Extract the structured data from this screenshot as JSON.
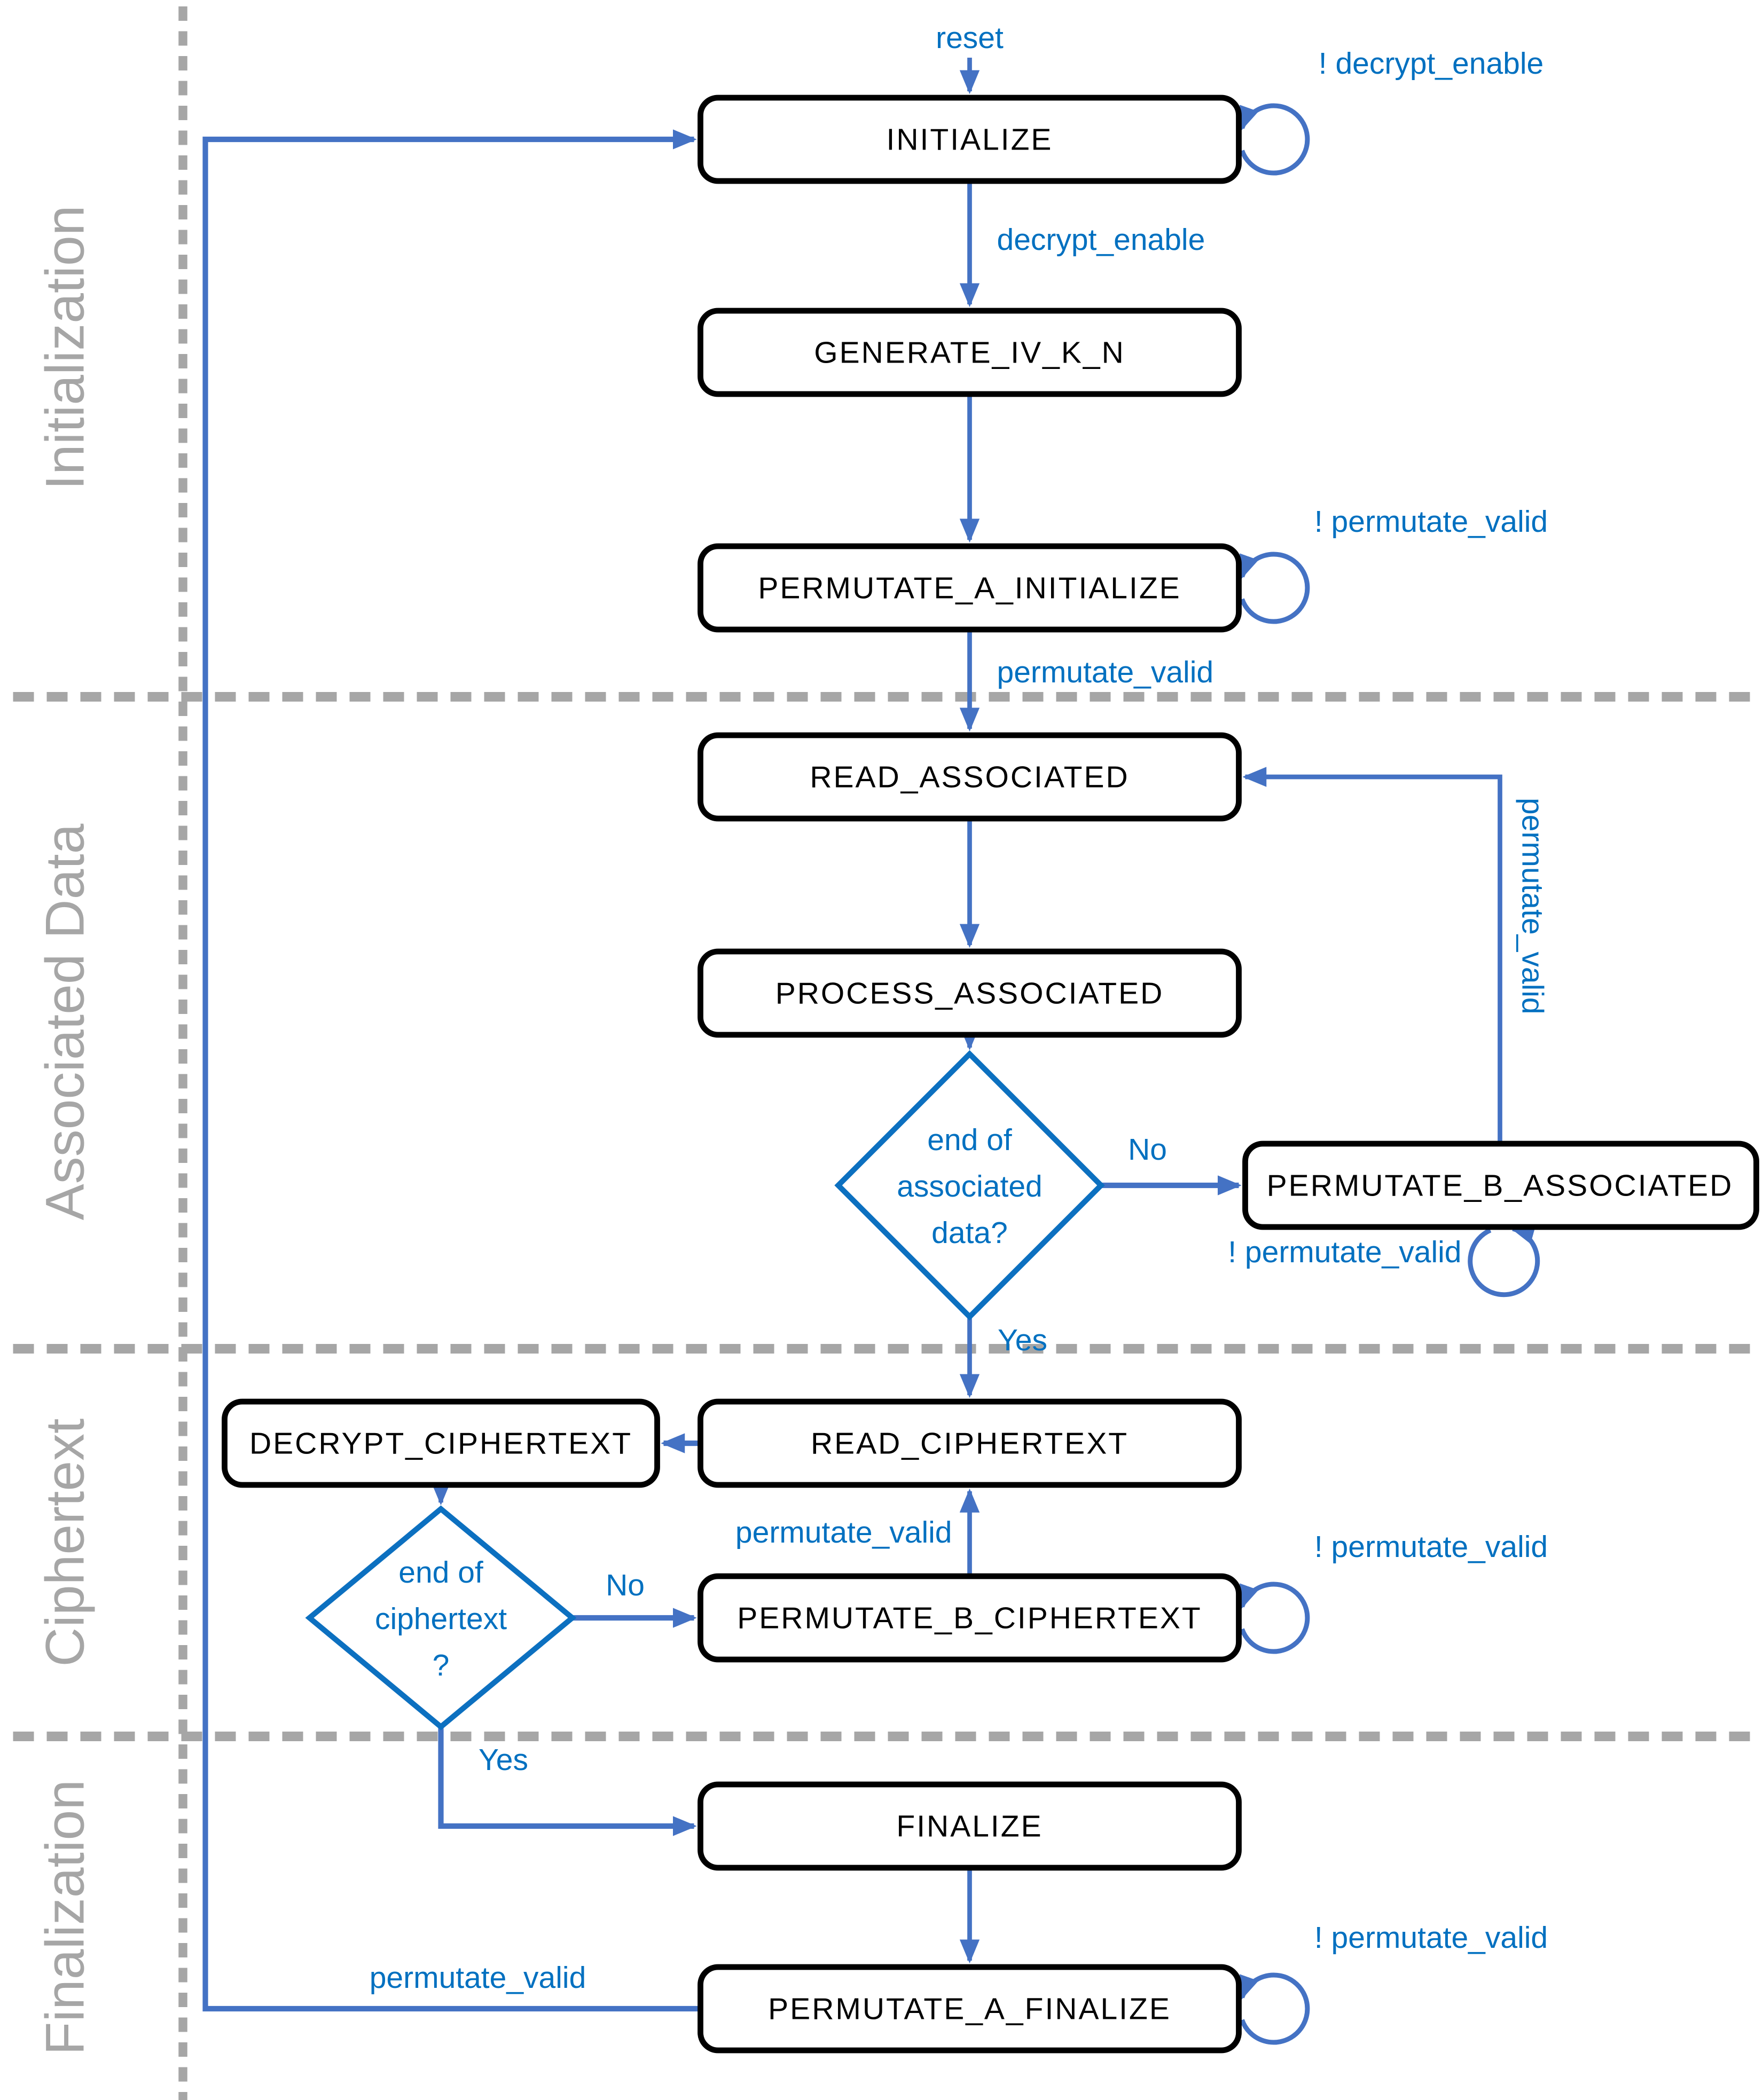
{
  "colors": {
    "background": "#ffffff",
    "arrow": "#4472C4",
    "label_text": "#0070C0",
    "decision": "#0C70C0",
    "state_border": "#000000",
    "state_fill": "#ffffff",
    "section_gray": "#A6A6A6"
  },
  "sections": {
    "initialization": "Initialization",
    "associated_data": "Associated Data",
    "ciphertext": "Ciphertext",
    "finalization": "Finalization"
  },
  "states": {
    "initialize": "INITIALIZE",
    "generate_iv_k_n": "GENERATE_IV_K_N",
    "permutate_a_initialize": "PERMUTATE_A_INITIALIZE",
    "read_associated": "READ_ASSOCIATED",
    "process_associated": "PROCESS_ASSOCIATED",
    "permutate_b_associated": "PERMUTATE_B_ASSOCIATED",
    "read_ciphertext": "READ_CIPHERTEXT",
    "decrypt_ciphertext": "DECRYPT_CIPHERTEXT",
    "permutate_b_ciphertext": "PERMUTATE_B_CIPHERTEXT",
    "finalize": "FINALIZE",
    "permutate_a_finalize": "PERMUTATE_A_FINALIZE"
  },
  "decisions": {
    "end_of_associated": {
      "line1": "end of",
      "line2": "associated",
      "line3": "data?"
    },
    "end_of_ciphertext": {
      "line1": "end of",
      "line2": "ciphertext",
      "line3": "?"
    }
  },
  "transitions": {
    "reset": "reset",
    "not_decrypt_enable": "! decrypt_enable",
    "decrypt_enable": "decrypt_enable",
    "not_permutate_valid_initialize": "! permutate_valid",
    "permutate_valid_initialize": "permutate_valid",
    "no_associated": "No",
    "permutate_valid_associated": "permutate_valid",
    "not_permutate_valid_associated": "! permutate_valid",
    "yes_associated": "Yes",
    "permutate_valid_ciphertext": "permutate_valid",
    "not_permutate_valid_ciphertext": "! permutate_valid",
    "no_ciphertext": "No",
    "yes_ciphertext": "Yes",
    "permutate_valid_finalize": "permutate_valid",
    "not_permutate_valid_finalize": "! permutate_valid"
  }
}
